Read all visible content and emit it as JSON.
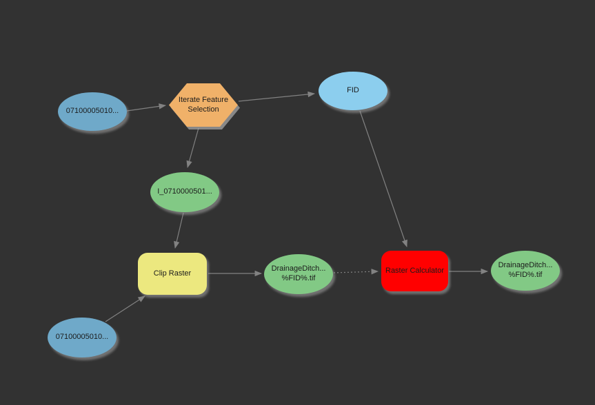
{
  "app": {
    "name": "ModelBuilder diagram canvas",
    "background_color": "#323232"
  },
  "colors": {
    "input_data_blue": "#6fa9c9",
    "derived_value_blue": "#8cceee",
    "derived_data_green": "#82c985",
    "iterator_orange": "#f0b169",
    "tool_ready_yellow": "#ece87f",
    "tool_error_red": "#ff0000",
    "connector_gray": "#828282",
    "node_text": "#1b1b1b"
  },
  "nodes": [
    {
      "id": "input-top",
      "label": "07100005010...",
      "type": "input-data-variable",
      "shape": "ellipse",
      "color": "#6fa9c9"
    },
    {
      "id": "iterate-feature-selection",
      "label": "Iterate Feature Selection",
      "type": "iterator-tool",
      "shape": "hexagon",
      "color": "#f0b169"
    },
    {
      "id": "fid",
      "label": "FID",
      "type": "derived-value",
      "shape": "ellipse",
      "color": "#8cceee"
    },
    {
      "id": "selected-features",
      "label": "I_0710000501...",
      "type": "derived-data",
      "shape": "ellipse",
      "color": "#82c985"
    },
    {
      "id": "clip-raster",
      "label": "Clip Raster",
      "type": "tool",
      "shape": "rounded-rectangle",
      "color": "#ece87f"
    },
    {
      "id": "clip-output",
      "label": "DrainageDitch... %FID%.tif",
      "type": "derived-data",
      "shape": "ellipse",
      "color": "#82c985"
    },
    {
      "id": "raster-calculator",
      "label": "Raster Calculator",
      "type": "tool",
      "shape": "rounded-rectangle",
      "color": "#ff0000"
    },
    {
      "id": "calc-output",
      "label": "DrainageDitch... %FID%.tif",
      "type": "derived-data",
      "shape": "ellipse",
      "color": "#82c985"
    },
    {
      "id": "input-bottom",
      "label": "07100005010...",
      "type": "input-data-variable",
      "shape": "ellipse",
      "color": "#6fa9c9"
    }
  ],
  "connectors": [
    {
      "from": "input-top",
      "to": "iterate-feature-selection",
      "style": "solid"
    },
    {
      "from": "iterate-feature-selection",
      "to": "fid",
      "style": "solid"
    },
    {
      "from": "iterate-feature-selection",
      "to": "selected-features",
      "style": "solid"
    },
    {
      "from": "selected-features",
      "to": "clip-raster",
      "style": "solid"
    },
    {
      "from": "input-bottom",
      "to": "clip-raster",
      "style": "solid"
    },
    {
      "from": "clip-raster",
      "to": "clip-output",
      "style": "solid"
    },
    {
      "from": "clip-output",
      "to": "raster-calculator",
      "style": "dashed"
    },
    {
      "from": "fid",
      "to": "raster-calculator",
      "style": "solid"
    },
    {
      "from": "raster-calculator",
      "to": "calc-output",
      "style": "solid"
    }
  ]
}
